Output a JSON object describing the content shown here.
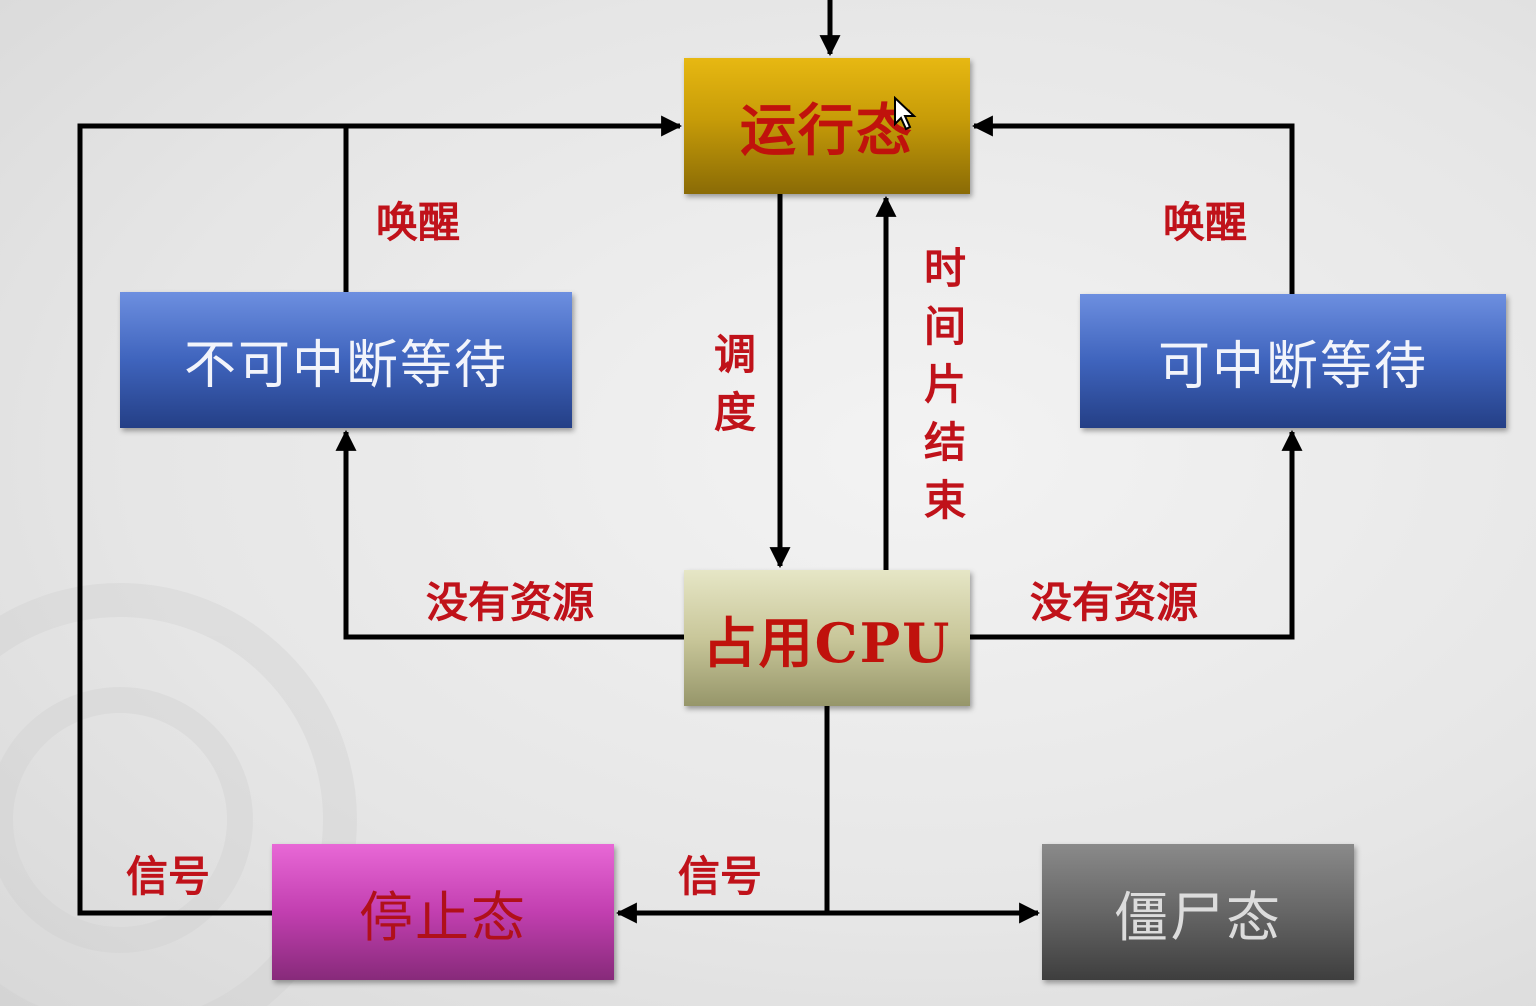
{
  "diagram": {
    "states": {
      "running": "运行态",
      "uninterruptible_wait": "不可中断等待",
      "interruptible_wait": "可中断等待",
      "cpu": "占用CPU",
      "stopped": "停止态",
      "zombie": "僵尸态"
    },
    "edge_labels": {
      "wake_left": "唤醒",
      "wake_right": "唤醒",
      "schedule": [
        "调",
        "度"
      ],
      "timeslice_end": [
        "时",
        "间",
        "片",
        "结",
        "束"
      ],
      "no_resource_left": "没有资源",
      "no_resource_right": "没有资源",
      "signal_left": "信号",
      "signal_mid": "信号"
    },
    "colors": {
      "running": "#d1a50b",
      "wait": "#3f64bd",
      "cpu": "#c9c79a",
      "stopped": "#c23fb0",
      "zombie": "#666666",
      "label_text": "#c0121a",
      "wire": "#000000"
    }
  }
}
